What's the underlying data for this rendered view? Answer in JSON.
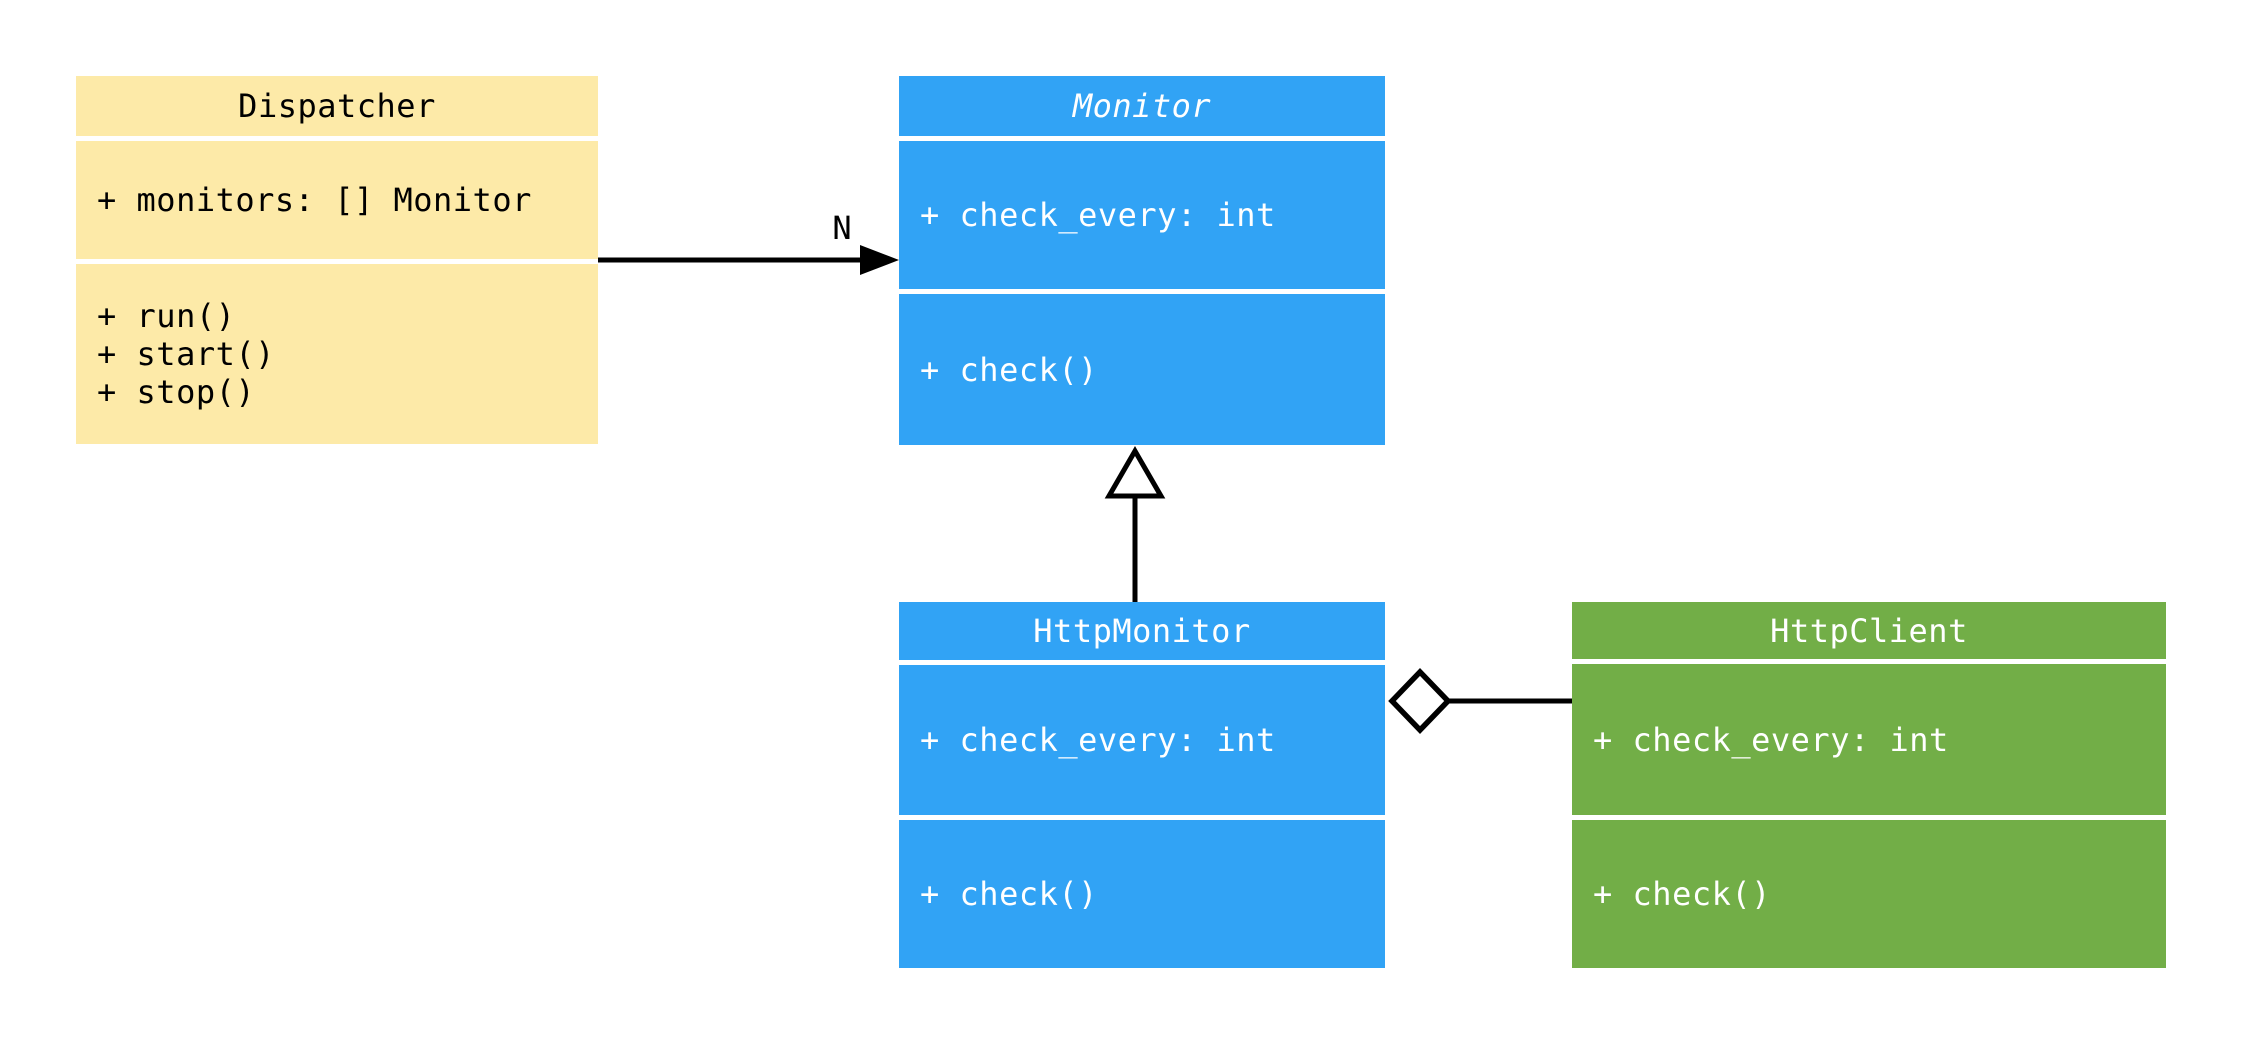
{
  "diagram": {
    "type": "uml-class-diagram",
    "background": "#FFFFFF",
    "colors": {
      "dispatcher_fill": "#FDEAA8",
      "monitor_fill": "#31A3F5",
      "http_monitor_fill": "#31A3F5",
      "http_client_fill": "#72AE47",
      "edge_color": "#000000",
      "text_on_yellow": "#000000",
      "text_on_blue": "#FFFFFF",
      "text_on_green": "#FFFFFF"
    },
    "classes": {
      "dispatcher": {
        "title": "Dispatcher",
        "abstract": false,
        "attributes": [
          "+ monitors: [] Monitor"
        ],
        "methods": [
          "+ run()",
          "+ start()",
          "+ stop()"
        ]
      },
      "monitor": {
        "title": "Monitor",
        "abstract": true,
        "attributes": [
          "+ check_every: int"
        ],
        "methods": [
          "+ check()"
        ]
      },
      "http_monitor": {
        "title": "HttpMonitor",
        "abstract": false,
        "attributes": [
          "+ check_every: int"
        ],
        "methods": [
          "+ check()"
        ]
      },
      "http_client": {
        "title": "HttpClient",
        "abstract": false,
        "attributes": [
          "+ check_every: int"
        ],
        "methods": [
          "+ check()"
        ]
      }
    },
    "edges": [
      {
        "from": "Dispatcher",
        "to": "Monitor",
        "type": "association-filled-arrow",
        "label": "N"
      },
      {
        "from": "HttpMonitor",
        "to": "Monitor",
        "type": "inheritance-hollow-triangle",
        "label": ""
      },
      {
        "from": "HttpMonitor",
        "to": "HttpClient",
        "type": "aggregation-hollow-diamond",
        "label": ""
      }
    ]
  }
}
